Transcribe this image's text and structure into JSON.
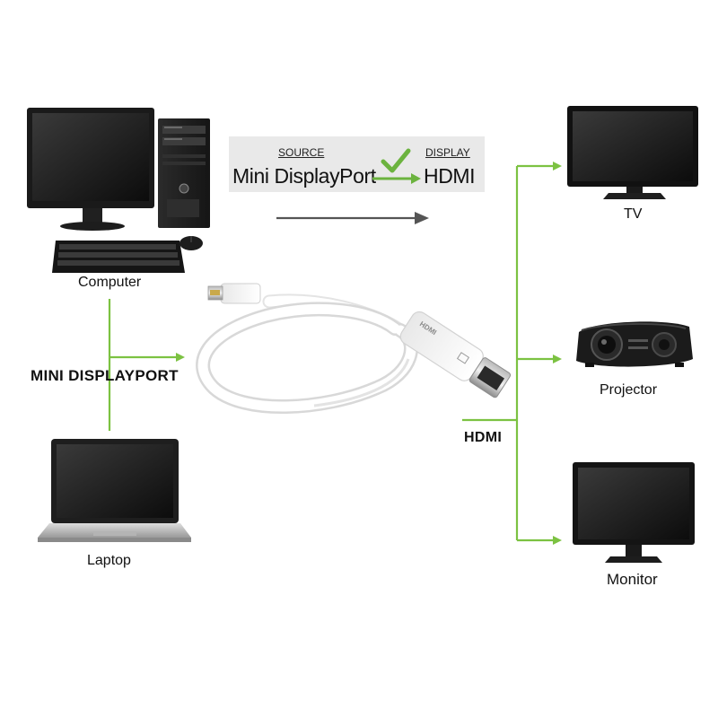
{
  "banner": {
    "source_caption": "SOURCE",
    "display_caption": "DISPLAY",
    "source_value": "Mini DisplayPort",
    "display_value": "HDMI"
  },
  "sources": {
    "computer": "Computer",
    "laptop": "Laptop",
    "connector_label": "MINI DISPLAYPORT"
  },
  "outputs": {
    "connector_label": "HDMI",
    "tv": "TV",
    "projector": "Projector",
    "monitor": "Monitor"
  },
  "colors": {
    "connection_line": "#7cc242",
    "checkmark": "#6cb33f",
    "flow_arrow": "#555555"
  },
  "icons": [
    "desktop-computer-icon",
    "keyboard-icon",
    "mouse-icon",
    "laptop-icon",
    "cable-icon",
    "tv-icon",
    "projector-icon",
    "monitor-icon",
    "checkmark-icon"
  ]
}
